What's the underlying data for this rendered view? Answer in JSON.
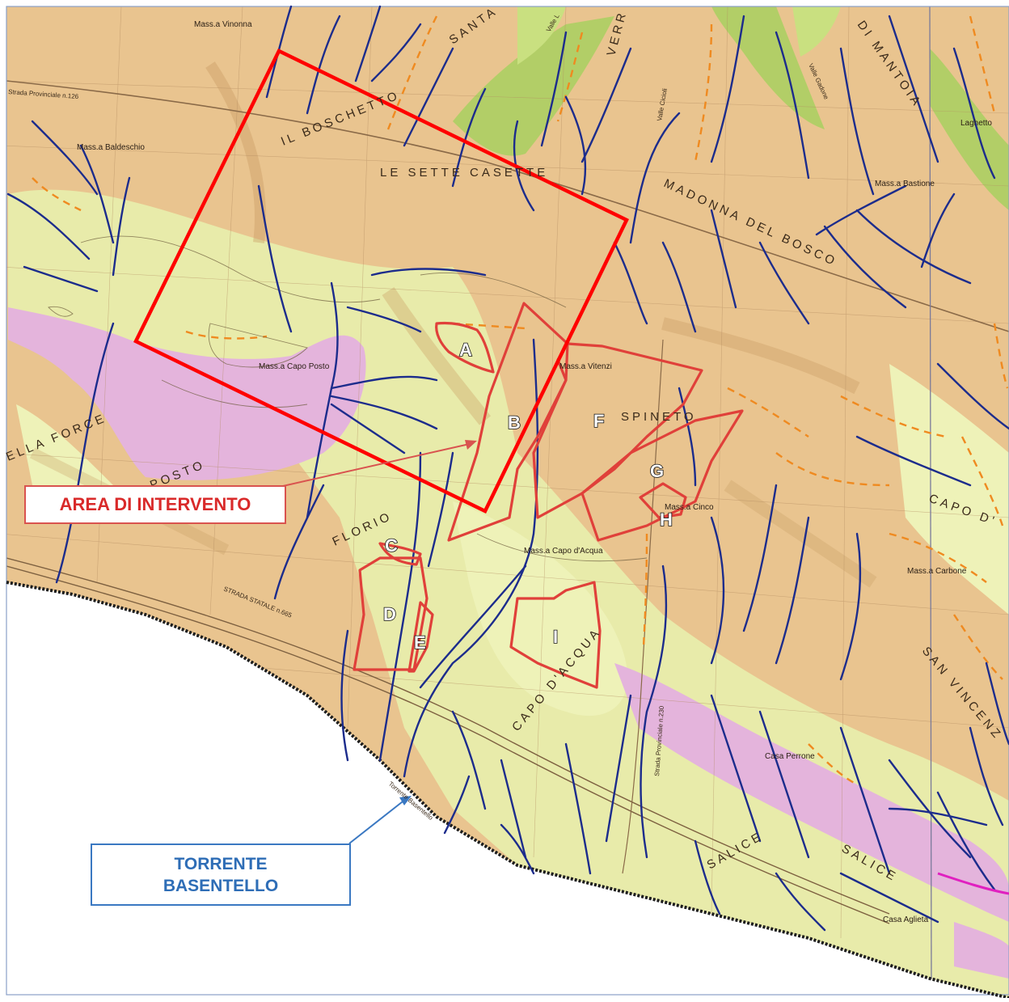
{
  "map": {
    "callouts": {
      "area_intervento": "AREA DI INTERVENTO",
      "torrente_line1": "TORRENTE",
      "torrente_line2": "BASENTELLO"
    },
    "toponyms": {
      "il_boschetto": "IL BOSCHETTO",
      "le_sette_casette": "LE SETTE CASETTE",
      "madonna_del_bosco": "MADONNA DEL BOSCO",
      "spineto": "SPINETO",
      "ella_force": "ELLA FORCE",
      "posto": "POSTO",
      "florio": "FLORIO",
      "capo_dacqua": "CAPO D'ACQUA",
      "capo_d": "CAPO D'",
      "salice_1": "SALICE",
      "salice_2": "SALICE",
      "san_vincenzo": "SAN VINCENZ",
      "santa": "SANTA",
      "verr": "VERR",
      "di_mantoia": "DI MANTOIA"
    },
    "places": {
      "mass_vinonna": "Mass.a Vinonna",
      "mass_baldeschio": "Mass.a Baldeschio",
      "mass_capo_posto": "Mass.a Capo Posto",
      "mass_vitenzi": "Mass.a Vitenzi",
      "mass_cinco": "Mass.a Cinco",
      "mass_capo_acqua": "Mass.a Capo d'Acqua",
      "mass_carbone": "Mass.a Carbone",
      "mass_bastione": "Mass.a Bastione",
      "casa_perrone": "Casa Perrone",
      "casa_aglieta": "Casa Aglieta",
      "laghetto": "Laghetto",
      "valle_cicioli": "Valle Cicioli",
      "valle_gadone": "Valle Gadone",
      "valle_l": "Valle L"
    },
    "roads": {
      "strada_prov_126": "Strada Provinciale n.126",
      "strada_statale_665": "STRADA STATALE n.665",
      "strada_prov_230": "Strada Provinciale n.230",
      "torrente_label": "Torrente Basentello"
    },
    "zones": [
      "A",
      "B",
      "C",
      "D",
      "E",
      "F",
      "G",
      "H",
      "I"
    ],
    "colors": {
      "terrain": "#e9c48f",
      "valley": "#e8ebaa",
      "pink": "#e4b4dc",
      "hydro": "#1c2c8c",
      "zone_outline": "#e0403a",
      "frame_outline": "#ff0000",
      "greenband": "#a8d060"
    }
  }
}
